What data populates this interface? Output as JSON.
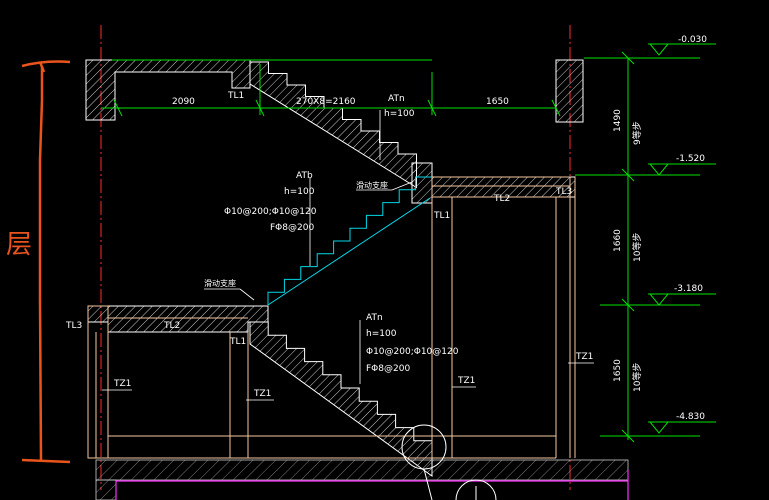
{
  "annotation": {
    "handwritten_char": "层"
  },
  "dimensions": {
    "top_left_span": "2090",
    "stair_top": "270X8=2160",
    "top_right_span": "1650",
    "right_seg_1": "1490",
    "right_seg_1_steps": "9等步",
    "right_seg_2": "1660",
    "right_seg_2_steps": "10等步",
    "right_seg_3": "1650",
    "right_seg_3_steps": "10等步"
  },
  "elevations": [
    "-0.030",
    "-1.520",
    "-3.180",
    "-4.830"
  ],
  "labels": {
    "tl1": "TL1",
    "tl2": "TL2",
    "tl3": "TL3",
    "tz1": "TZ1",
    "sliding_support": "滑动支座"
  },
  "stair_notes": {
    "upper_atn": {
      "name": "ATn",
      "h": "h=100"
    },
    "atb": {
      "name": "ATb",
      "h": "h=100",
      "rebar": "Φ10@200;Φ10@120",
      "f_rebar": "FΦ8@200"
    },
    "lower_atn": {
      "name": "ATn",
      "h": "h=100",
      "rebar": "Φ10@200;Φ10@120",
      "f_rebar": "FΦ8@200"
    }
  },
  "colors": {
    "background": "#000000",
    "concrete": "#ffffff",
    "beam_outline": "#f5c9a0",
    "axis": "#ff2a2a",
    "dimension": "#00e000",
    "stair_cyan": "#00d8e8",
    "annotation": "#e8541c",
    "magenta": "#ff30ff",
    "text": "#ffffff"
  }
}
